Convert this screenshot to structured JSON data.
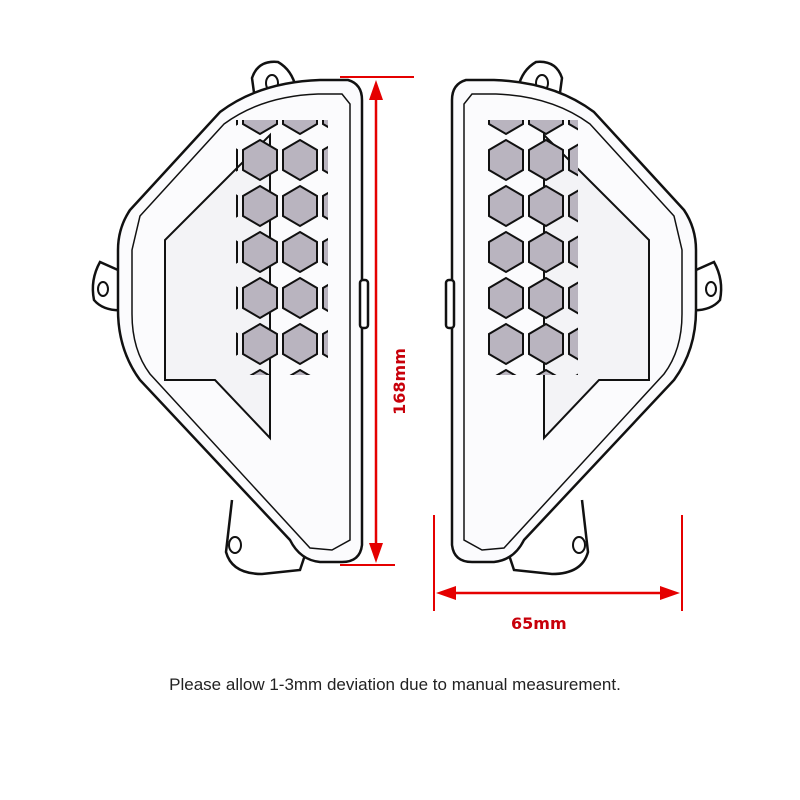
{
  "diagram": {
    "subject": "pair of LED turn signal lamps (left and right), line-drawing style",
    "colors": {
      "dimension": "#e50000",
      "dimension_text": "#c8000a",
      "outline": "#111111",
      "background": "#ffffff"
    },
    "dimensions": {
      "height": {
        "label": "168mm",
        "orientation": "vertical",
        "applies_to": "left lamp lens height"
      },
      "width": {
        "label": "65mm",
        "orientation": "horizontal",
        "applies_to": "right lamp depth"
      }
    },
    "note": "Please allow 1-3mm deviation due to manual measurement."
  }
}
